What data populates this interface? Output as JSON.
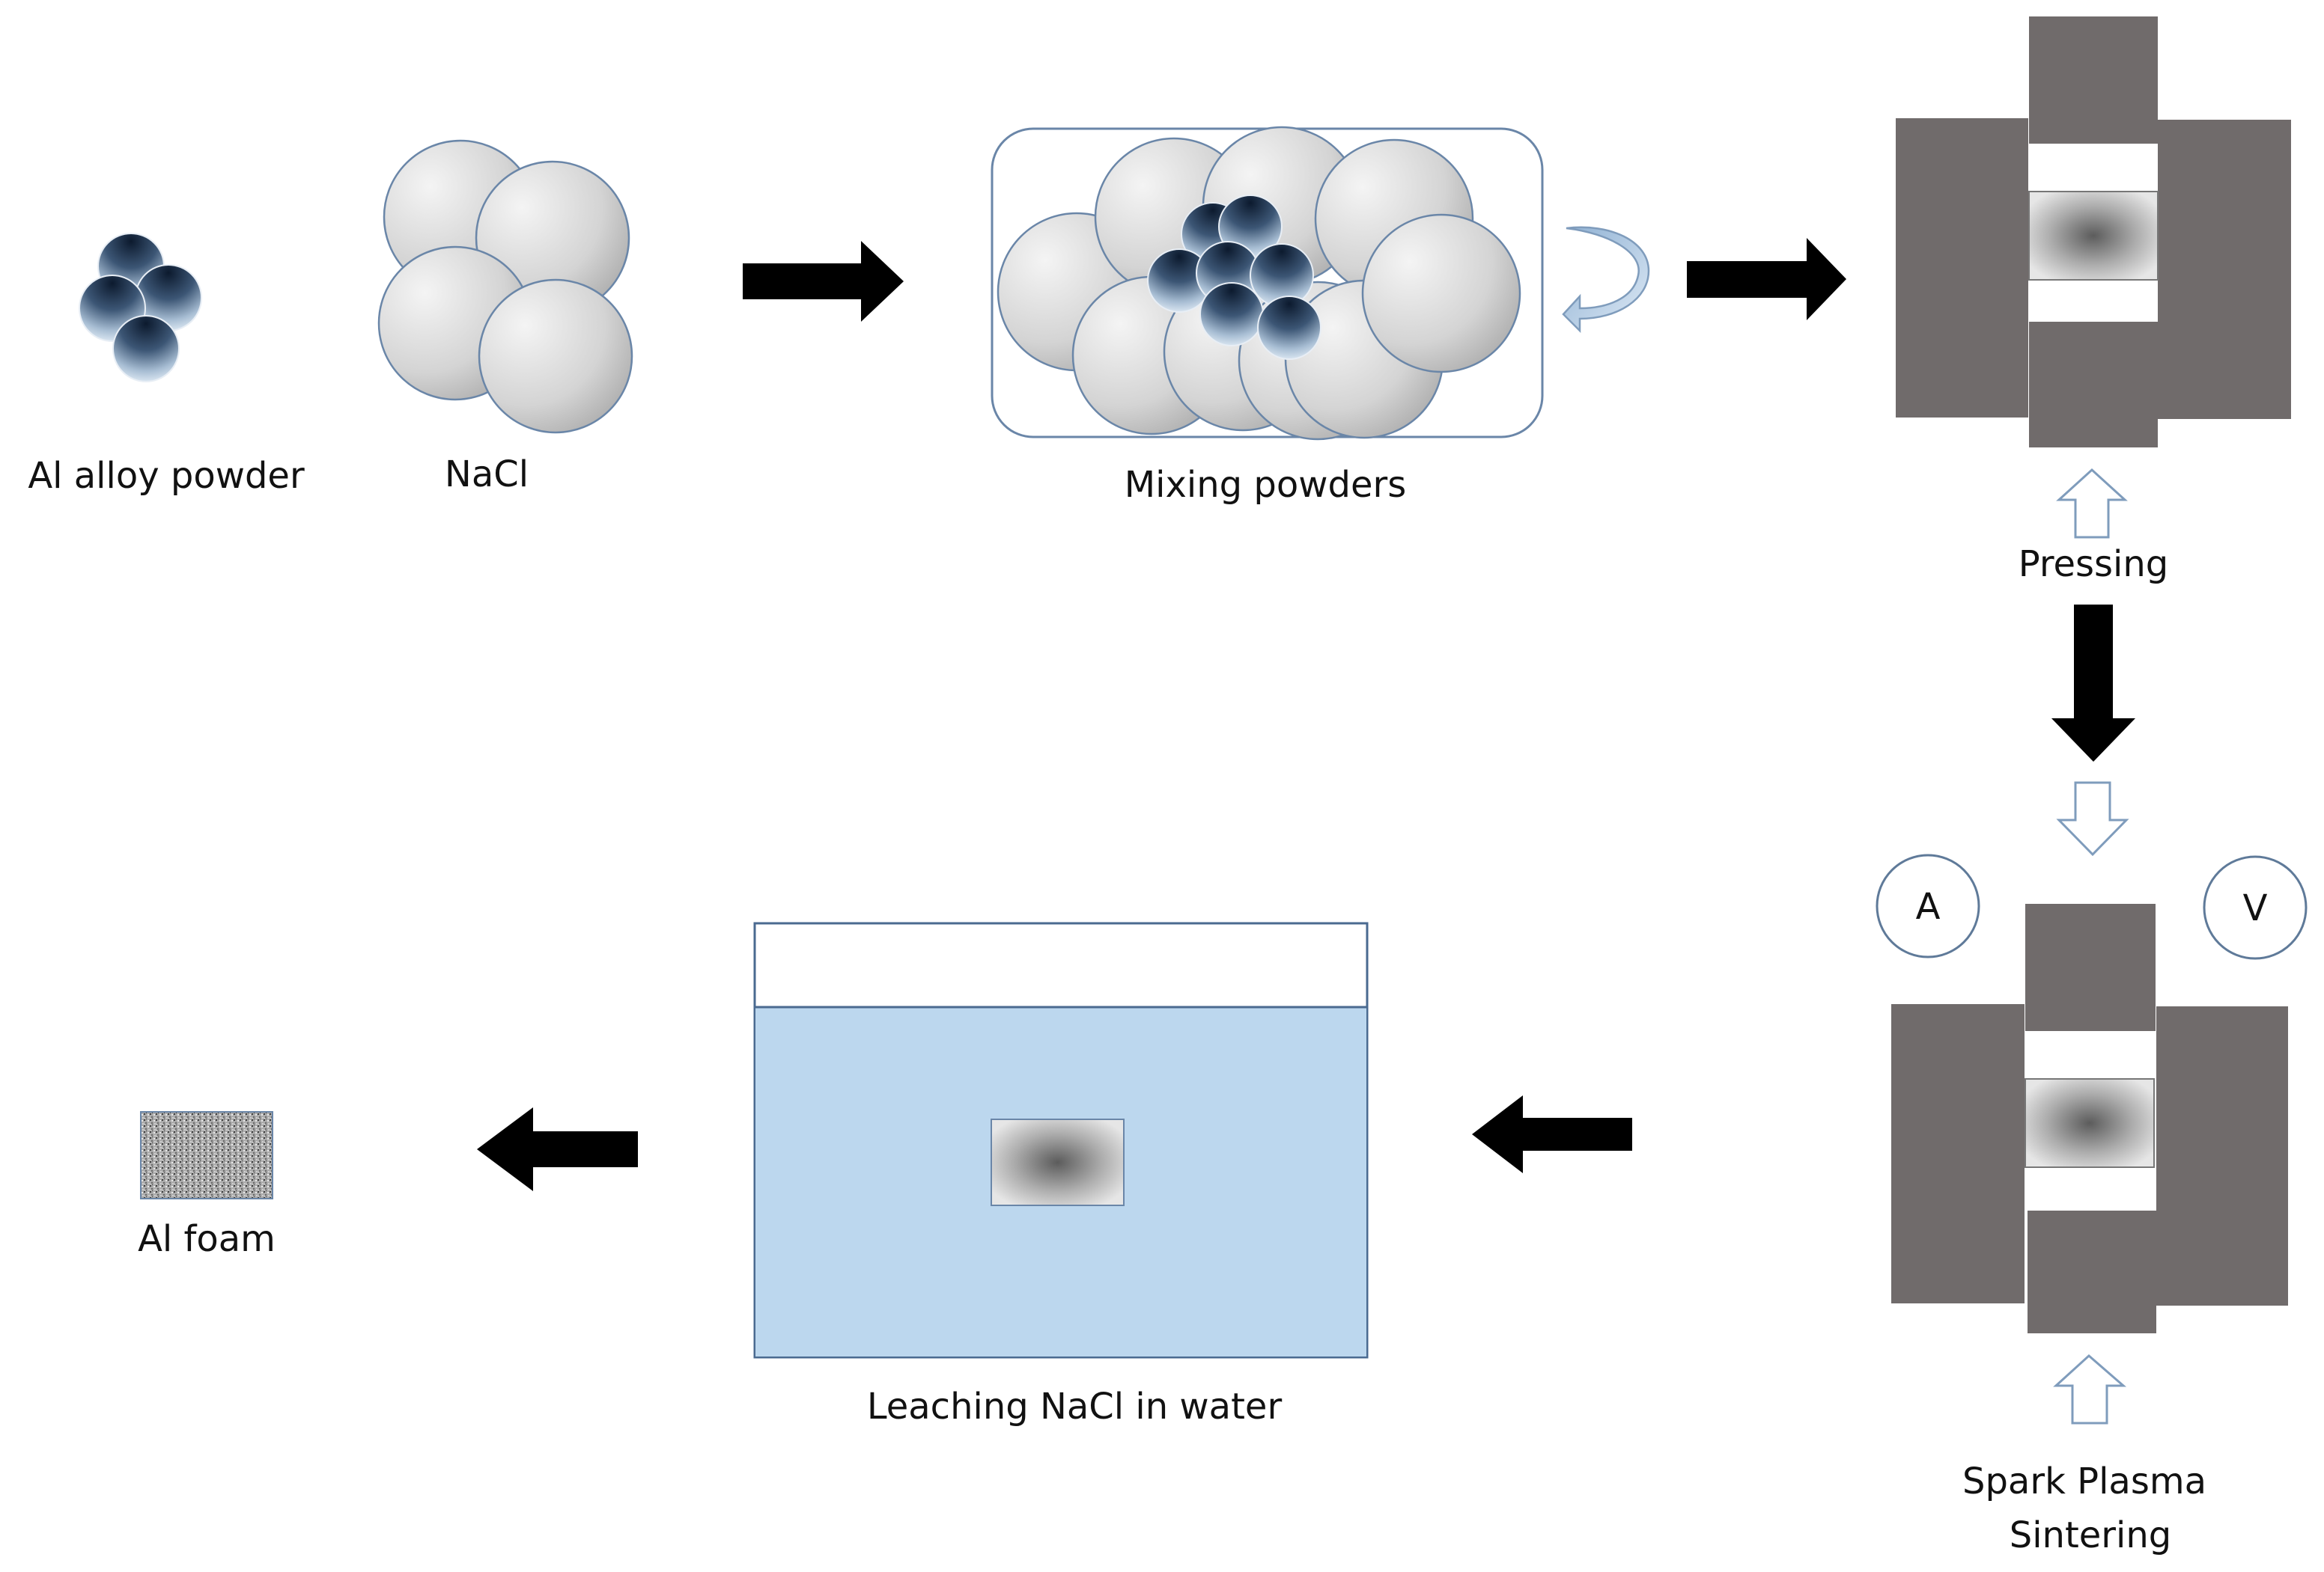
{
  "labels": {
    "al_alloy_powder": "Al alloy powder",
    "nacl": "NaCl",
    "mixing_powders": "Mixing powders",
    "pressing": "Pressing",
    "sps_line1": "Spark Plasma",
    "sps_line2": "Sintering",
    "leaching": "Leaching NaCl in water",
    "al_foam": "Al foam",
    "ammeter": "A",
    "voltmeter": "V"
  },
  "colors": {
    "die_gray": "#706b6b",
    "water_blue": "#bcd7ee",
    "arrow_black": "#000000",
    "outline_blue": "#6a86a8"
  }
}
